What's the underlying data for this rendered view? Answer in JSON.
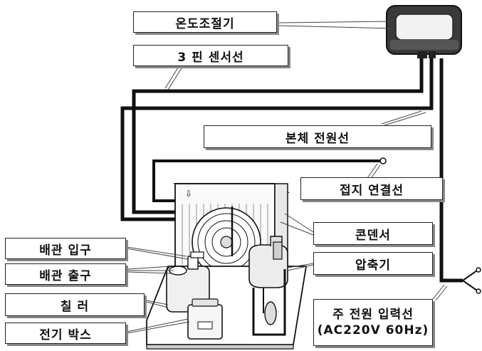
{
  "labels": {
    "thermostat": "온도조절기",
    "sensor_wire": "3 핀  센서선",
    "unit_power_cable": "본체  전원선",
    "ground_wire": "접지  연결선",
    "condenser": "콘덴서",
    "compressor": "압축기",
    "pipe_inlet": "배관  입구",
    "pipe_outlet": "배관  출구",
    "chiller": "칠  러",
    "electric_box": "전기  박스",
    "main_power_line1": "주  전원  입력선",
    "main_power_line2": "(AC220V  60Hz)"
  }
}
